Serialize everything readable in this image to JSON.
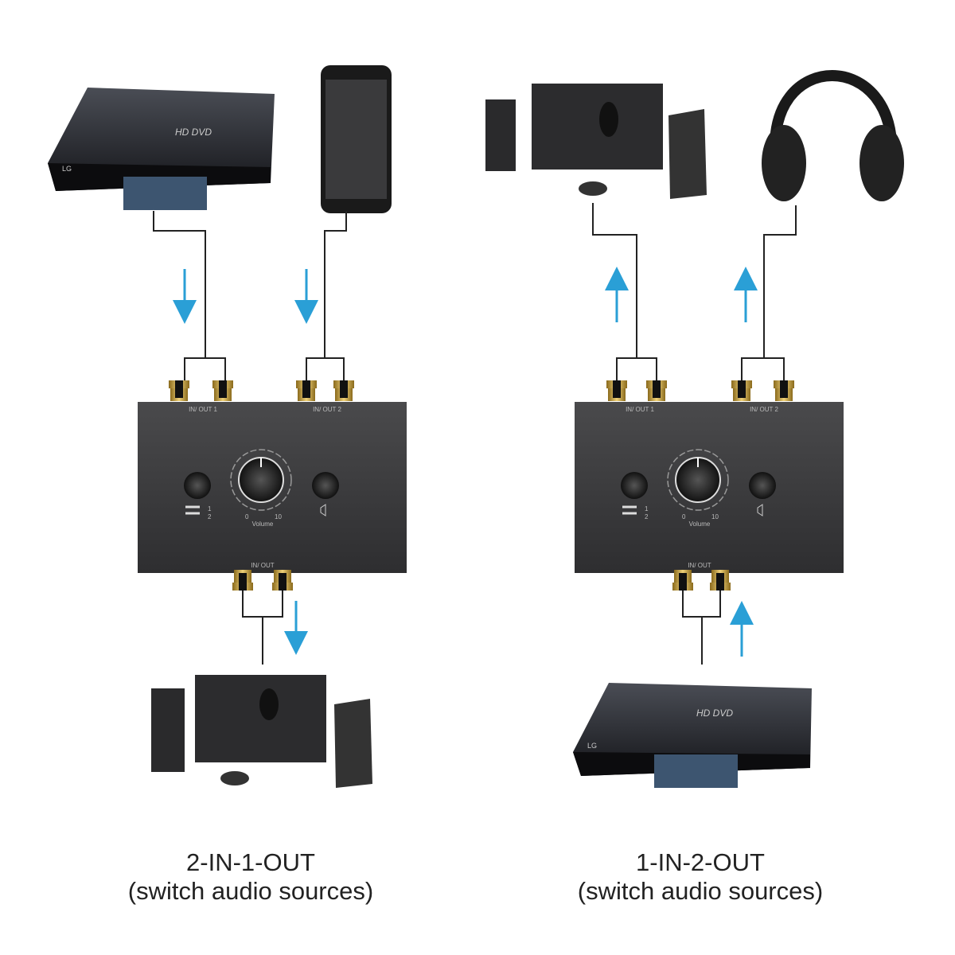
{
  "colors": {
    "arrow": "#2a9fd6",
    "device": "#3c3c3e",
    "gold": "#c9a33a",
    "cable": "#222222"
  },
  "left_diagram": {
    "title": "2-IN-1-OUT",
    "subtitle": "(switch audio sources)",
    "sources": [
      "blu-ray-player",
      "smartphone"
    ],
    "output": "computer-speakers",
    "arrow_direction": "down"
  },
  "right_diagram": {
    "title": "1-IN-2-OUT",
    "subtitle": "(switch audio sources)",
    "source": "blu-ray-player",
    "outputs": [
      "computer-speakers",
      "headphones"
    ],
    "arrow_direction": "up"
  },
  "device": {
    "port1_label": "IN/ OUT 1",
    "port2_label": "IN/ OUT 2",
    "common_port_label": "IN/ OUT",
    "volume_label": "Volume",
    "volume_min": "0",
    "volume_max": "10",
    "switch_pos1": "1",
    "switch_pos2": "2"
  },
  "player": {
    "brand": "LG",
    "disc_label": "HD DVD"
  }
}
